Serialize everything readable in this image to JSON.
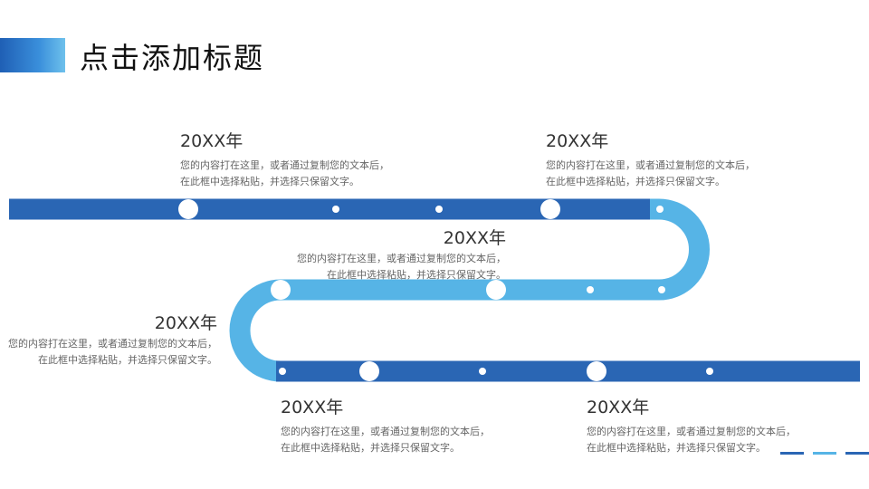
{
  "page": {
    "title": "点击添加标题"
  },
  "colors": {
    "dark_blue": "#2a66b4",
    "light_blue": "#56b4e6",
    "text_dark": "#333333",
    "text_muted": "#666666"
  },
  "timeline": [
    {
      "year": "20XX年",
      "line1": "您的内容打在这里，或者通过复制您的文本后，",
      "line2": "在此框中选择粘贴，并选择只保留文字。"
    },
    {
      "year": "20XX年",
      "line1": "您的内容打在这里，或者通过复制您的文本后，",
      "line2": "在此框中选择粘贴，并选择只保留文字。"
    },
    {
      "year": "20XX年",
      "line1": "您的内容打在这里，或者通过复制您的文本后，",
      "line2": "在此框中选择粘贴，并选择只保留文字。"
    },
    {
      "year": "20XX年",
      "line1": "您的内容打在这里，或者通过复制您的文本后，",
      "line2": "在此框中选择粘贴，并选择只保留文字。"
    },
    {
      "year": "20XX年",
      "line1": "您的内容打在这里，或者通过复制您的文本后，",
      "line2": "在此框中选择粘贴，并选择只保留文字。"
    },
    {
      "year": "20XX年",
      "line1": "您的内容打在这里，或者通过复制您的文本后，",
      "line2": "在此框中选择粘贴，并选择只保留文字。"
    }
  ]
}
